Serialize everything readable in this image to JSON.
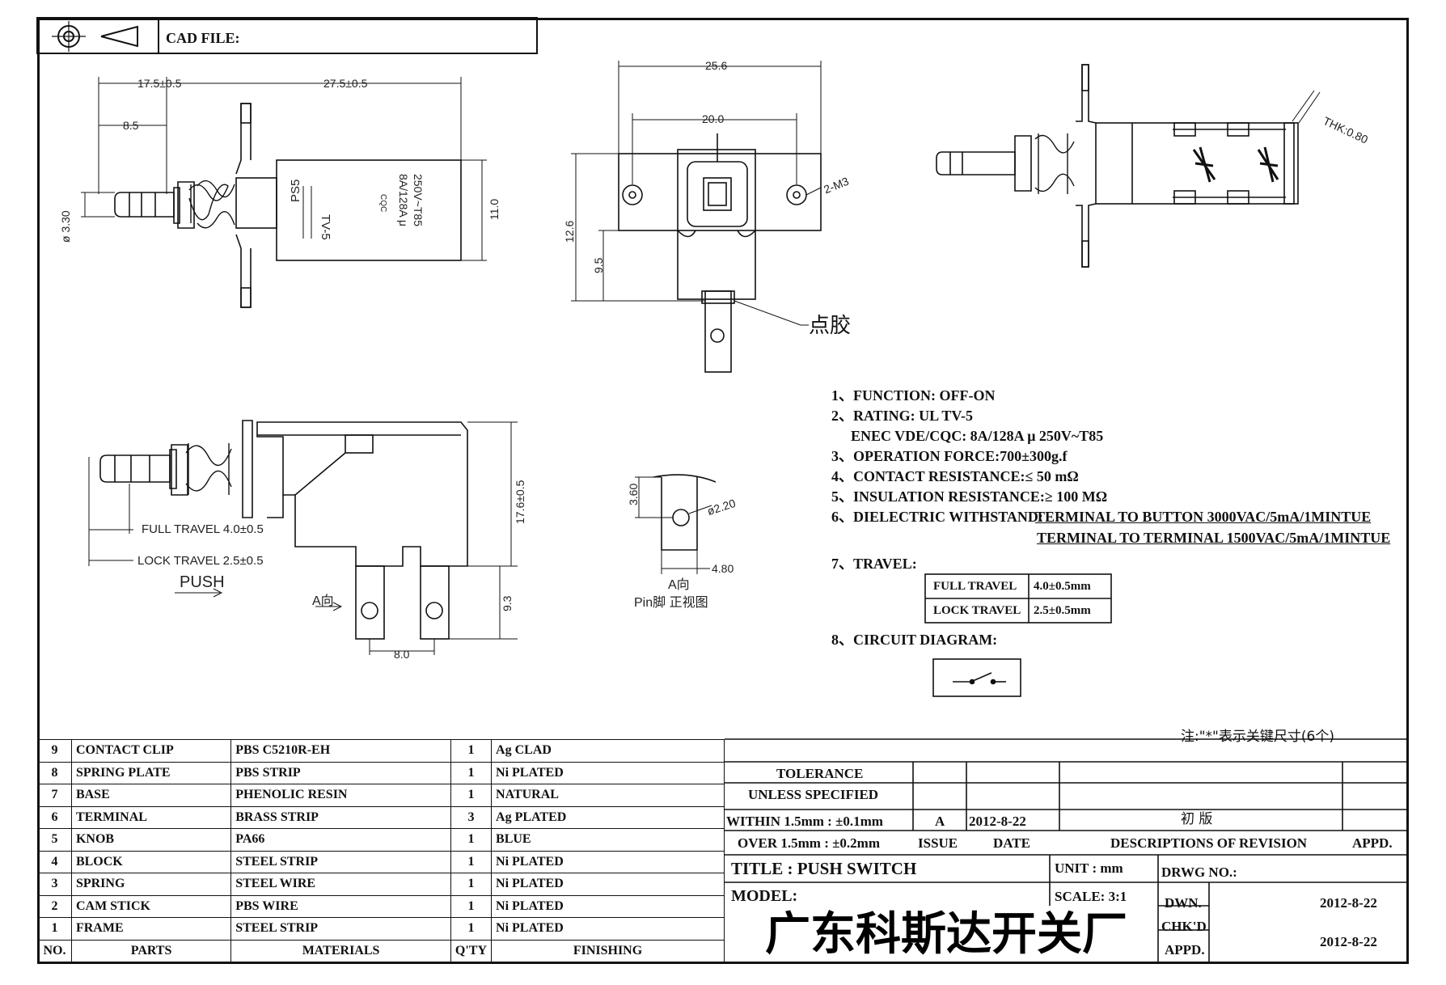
{
  "header": {
    "cad_file_label": "CAD FILE:"
  },
  "top_view": {
    "dim_17_5": "17.5±0.5",
    "dim_27_5": "27.5±0.5",
    "dim_8_5": "8.5",
    "dim_3_30": "ø 3.30",
    "dim_11_0": "11.0",
    "marking_ps5": "PS5",
    "marking_tv5": "TV-5",
    "marking_rating1": "8A/128A μ",
    "marking_rating2": "250V~T85",
    "marking_cqc": "CQC"
  },
  "front_view": {
    "dim_25_6": "25.6",
    "dim_20_0": "20.0",
    "dim_m3": "2-M3",
    "dim_12_6": "12.6",
    "dim_9_5": "9.5",
    "glue_label": "点胶"
  },
  "section_view": {
    "thk": "THK:0.80"
  },
  "side_view": {
    "full_travel": "FULL TRAVEL 4.0±0.5",
    "lock_travel": "LOCK TRAVEL 2.5±0.5",
    "push": "PUSH",
    "a_dir": "A向",
    "dim_17_6": "17.6±0.5",
    "dim_9_3": "9.3",
    "dim_8_0": "8.0"
  },
  "pin_view": {
    "dim_3_60": "3.60",
    "dim_2_20": "ø2.20",
    "dim_4_80": "4.80",
    "title1": "A向",
    "title2": "Pin脚 正视图"
  },
  "notes": {
    "n1": "1、FUNCTION:   OFF-ON",
    "n2": "2、RATING:   UL   TV-5",
    "n2b": "ENEC VDE/CQC:    8A/128A μ 250V~T85",
    "n3": "3、OPERATION FORCE:700±300g.f",
    "n4": "4、CONTACT RESISTANCE:≤ 50 mΩ",
    "n5": "5、INSULATION RESISTANCE:≥ 100 MΩ",
    "n6": "6、DIELECTRIC WITHSTAND:",
    "n6a": "TERMINAL TO BUTTON 3000VAC/5mA/1MINTUE",
    "n6b": "TERMINAL TO TERMINAL 1500VAC/5mA/1MINTUE",
    "n7": "7、TRAVEL:",
    "travel_table": [
      {
        "label": "FULL TRAVEL",
        "value": "4.0±0.5mm"
      },
      {
        "label": "LOCK TRAVEL",
        "value": "2.5±0.5mm"
      }
    ],
    "n8": "8、CIRCUIT DIAGRAM:",
    "key_note": "注:\"*\"表示关键尺寸(6个)"
  },
  "bom": {
    "rows": [
      {
        "no": "9",
        "part": "CONTACT CLIP",
        "material": "PBS C5210R-EH",
        "qty": "1",
        "finish": "Ag CLAD"
      },
      {
        "no": "8",
        "part": "SPRING PLATE",
        "material": "PBS STRIP",
        "qty": "1",
        "finish": "Ni PLATED"
      },
      {
        "no": "7",
        "part": "BASE",
        "material": "PHENOLIC RESIN",
        "qty": "1",
        "finish": "NATURAL"
      },
      {
        "no": "6",
        "part": "TERMINAL",
        "material": "BRASS STRIP",
        "qty": "3",
        "finish": "Ag PLATED"
      },
      {
        "no": "5",
        "part": "KNOB",
        "material": "PA66",
        "qty": "1",
        "finish": "BLUE"
      },
      {
        "no": "4",
        "part": "BLOCK",
        "material": "STEEL STRIP",
        "qty": "1",
        "finish": "Ni PLATED"
      },
      {
        "no": "3",
        "part": "SPRING",
        "material": "STEEL WIRE",
        "qty": "1",
        "finish": "Ni PLATED"
      },
      {
        "no": "2",
        "part": "CAM STICK",
        "material": "PBS WIRE",
        "qty": "1",
        "finish": "Ni PLATED"
      },
      {
        "no": "1",
        "part": "FRAME",
        "material": "STEEL STRIP",
        "qty": "1",
        "finish": "Ni PLATED"
      }
    ],
    "header": {
      "no": "NO.",
      "part": "PARTS",
      "material": "MATERIALS",
      "qty": "Q'TY",
      "finish": "FINISHING"
    }
  },
  "title_block": {
    "tolerance1": "TOLERANCE",
    "tolerance2": "UNLESS   SPECIFIED",
    "within": "WITHIN 1.5mm : ±0.1mm",
    "over": "OVER 1.5mm : ±0.2mm",
    "issue_val": "A",
    "date_val": "2012-8-22",
    "desc_val": "初 版",
    "issue": "ISSUE",
    "date": "DATE",
    "desc": "DESCRIPTIONS OF REVISION",
    "appd": "APPD.",
    "title": "TITLE : PUSH SWITCH",
    "model": "MODEL:",
    "unit": "UNIT :   mm",
    "scale": "SCALE:   3:1",
    "drwg_no": "DRWG NO.:",
    "dwn": "DWN.",
    "dwn_date": "2012-8-22",
    "chkd": "CHK'D",
    "appd2": "APPD.",
    "chk_date": "2012-8-22",
    "company": "广东科斯达开关厂"
  }
}
